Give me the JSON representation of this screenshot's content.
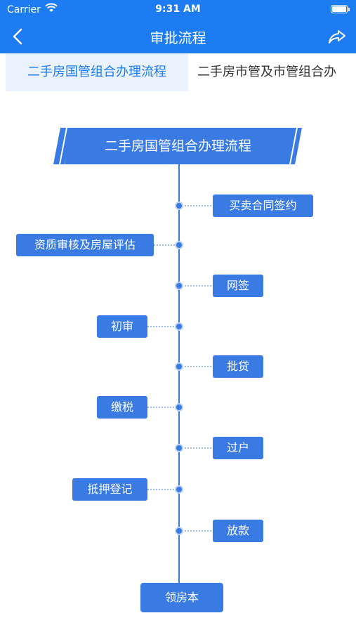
{
  "status_bar": {
    "carrier": "Carrier",
    "time": "9:31 AM"
  },
  "nav": {
    "title": "审批流程"
  },
  "tabs": [
    {
      "label": "二手房国管组合办理流程",
      "active": true
    },
    {
      "label": "二手房市管及市管组合办",
      "active": false
    }
  ],
  "flow": {
    "title": "二手房国管组合办理流程",
    "steps": {
      "s1": "买卖合同签约",
      "s2": "资质审核及房屋评估",
      "s3": "网签",
      "s4": "初审",
      "s5": "批贷",
      "s6": "缴税",
      "s7": "过户",
      "s8": "抵押登记",
      "s9": "放款"
    },
    "end": "领房本"
  },
  "colors": {
    "accent": "#1d7cf2",
    "node": "#3a7ae3",
    "tab_active_bg": "#eaf2fd"
  }
}
